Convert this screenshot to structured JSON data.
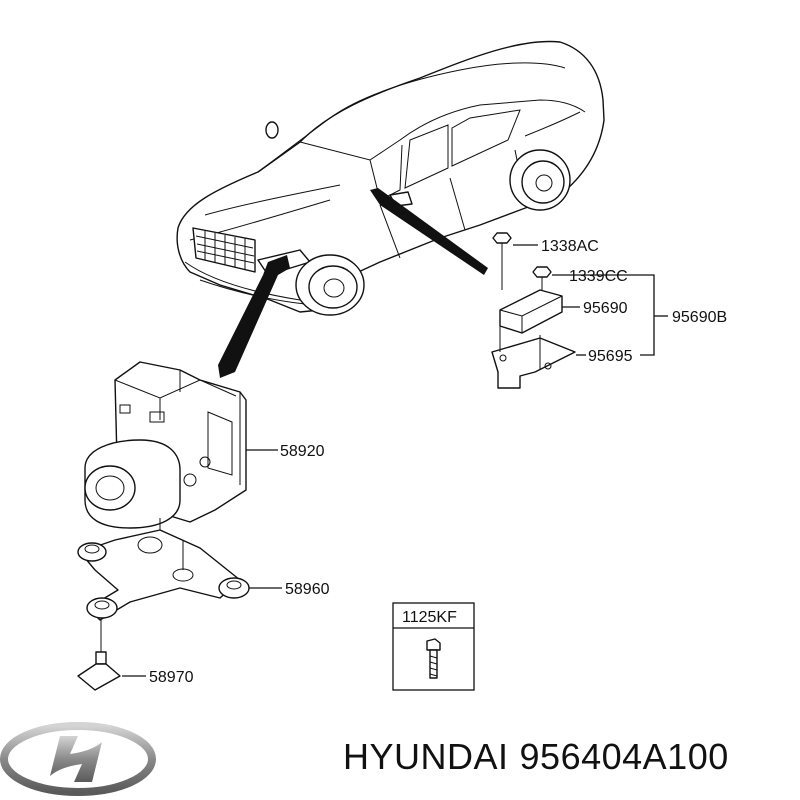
{
  "callouts": {
    "bolt_1338AC": "1338AC",
    "nut_1339CC": "1339CC",
    "sensor_95690": "95690",
    "assembly_95690B": "95690B",
    "bracket_95695": "95695",
    "hecu_58920": "58920",
    "bracket_58960": "58960",
    "bolt_58970": "58970",
    "box_1125KF": "1125KF"
  },
  "footer": {
    "brand": "HYUNDAI",
    "part_number": "956404A100",
    "logo_icon": "hyundai-logo-icon"
  }
}
